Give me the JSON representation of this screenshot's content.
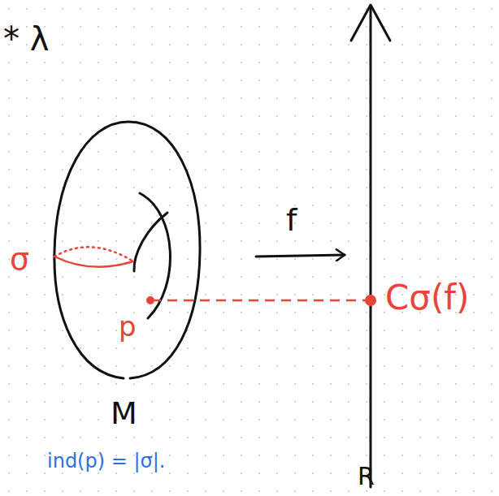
{
  "diagram": {
    "labels": [
      "* λ",
      "σ",
      "f",
      "p",
      "Cσ(f)",
      "M",
      "ind(p) = |σ|.",
      "R"
    ]
  }
}
